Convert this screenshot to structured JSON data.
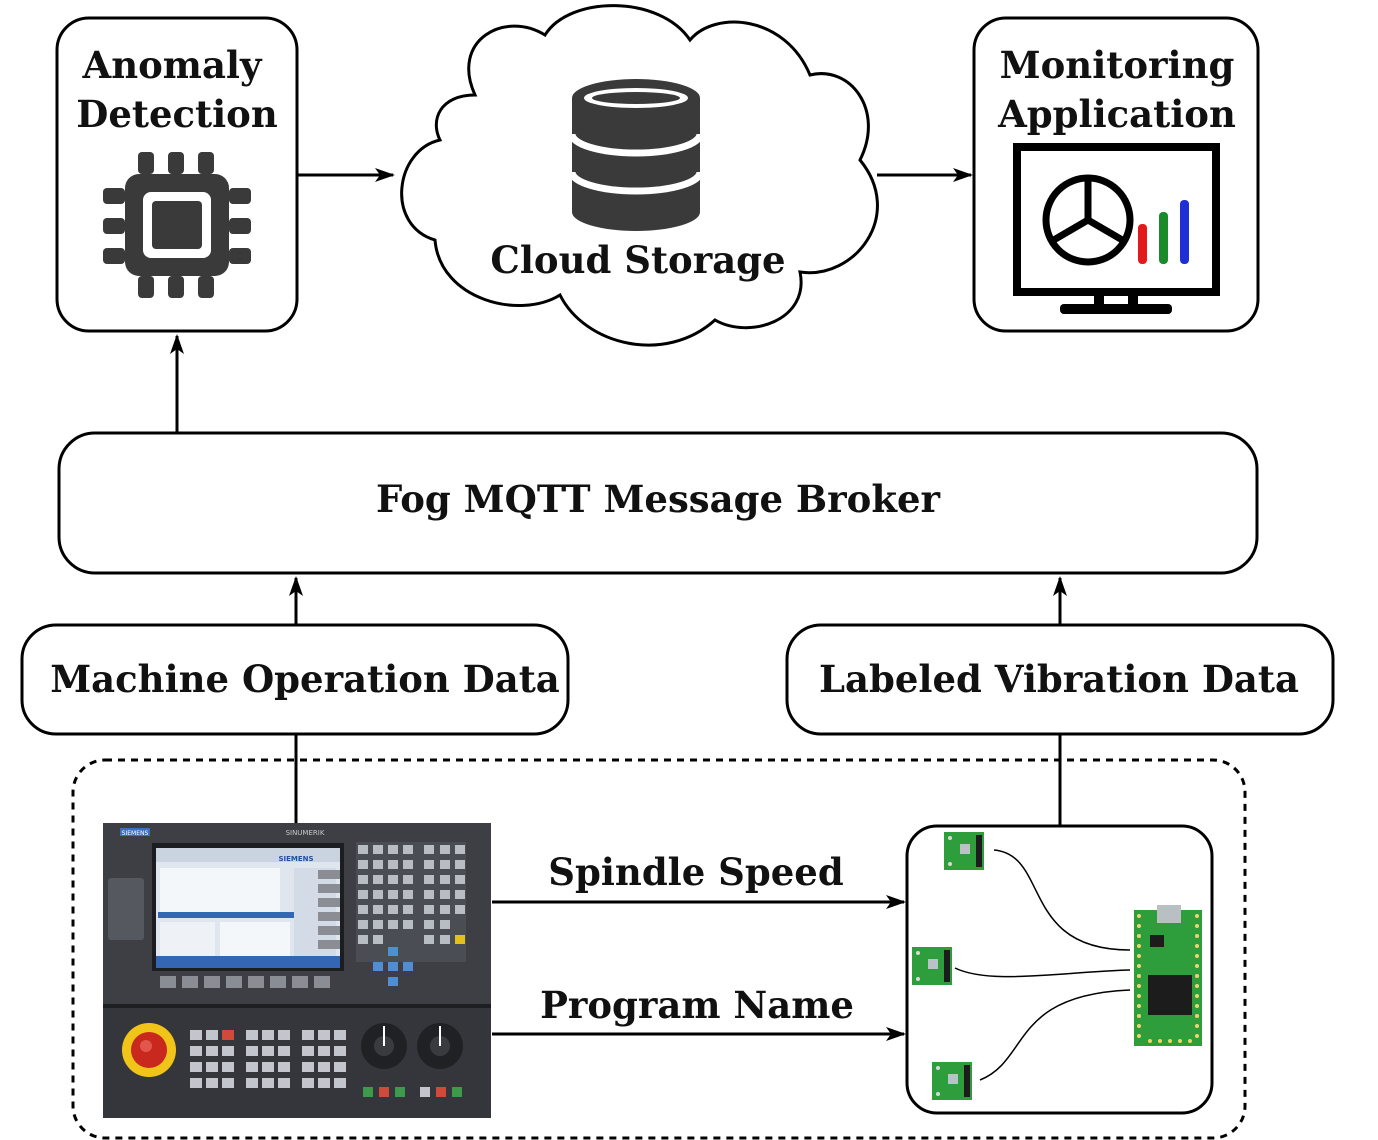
{
  "nodes": {
    "anomaly_detection": {
      "line1": "Anomaly",
      "line2": "Detection",
      "icon": "cpu-chip-icon"
    },
    "cloud_storage": {
      "label": "Cloud Storage",
      "icon": "database-icon"
    },
    "monitoring_application": {
      "line1": "Monitoring",
      "line2": "Application",
      "icon": "monitor-dashboard-icon"
    },
    "fog_broker": {
      "label": "Fog MQTT Message Broker"
    },
    "machine_operation_data": {
      "label": "Machine Operation Data"
    },
    "labeled_vibration_data": {
      "label": "Labeled Vibration Data"
    }
  },
  "edges": {
    "spindle_speed": "Spindle Speed",
    "program_name": "Program Name"
  },
  "panel": {
    "brand": "SIEMENS",
    "model": "SINUMERIK",
    "screen_brand": "SIEMENS"
  },
  "colors": {
    "stroke": "#000000",
    "icon": "#3a3a3a",
    "bar_red": "#e31a1c",
    "bar_green": "#1a8a2a",
    "bar_blue": "#1f2fd6",
    "pcb_green": "#2e9e3c",
    "panel_gray": "#3d3f44"
  }
}
